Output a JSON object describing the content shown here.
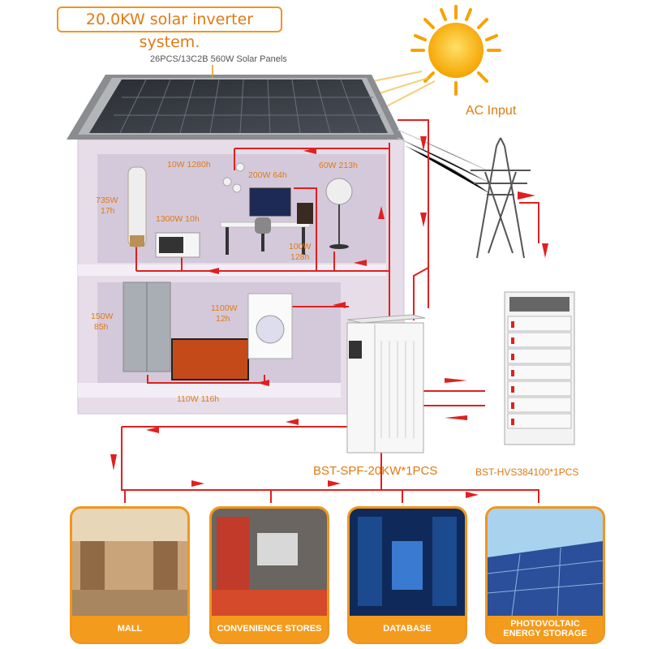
{
  "title": "20.0KW solar inverter system.",
  "panels_label": "26PCS/13C2B 560W Solar Panels",
  "ac_input": "AC Input",
  "inverter_label": "BST-SPF-20KW*1PCS",
  "battery_label": "BST-HVS384100*1PCS",
  "appliances": {
    "lamp": "10W 1280h",
    "computer": "200W 64h",
    "fan": "60W 213h",
    "heater_w": "735W",
    "heater_h": "17h",
    "microwave": "1300W 10h",
    "speaker_w": "100W",
    "speaker_h": "128h",
    "fridge_w": "150W",
    "fridge_h": "85h",
    "washer_w": "1100W",
    "washer_h": "12h",
    "tv": "110W 116h"
  },
  "applications": [
    {
      "label": "MALL"
    },
    {
      "label": "CONVENIENCE STORES"
    },
    {
      "label": "DATABASE"
    },
    {
      "label": "PHOTOVOLTAIC\nENERGY STORAGE"
    }
  ],
  "colors": {
    "accent": "#f0961e",
    "wire": "#e02020",
    "house": "#e6dde8"
  }
}
